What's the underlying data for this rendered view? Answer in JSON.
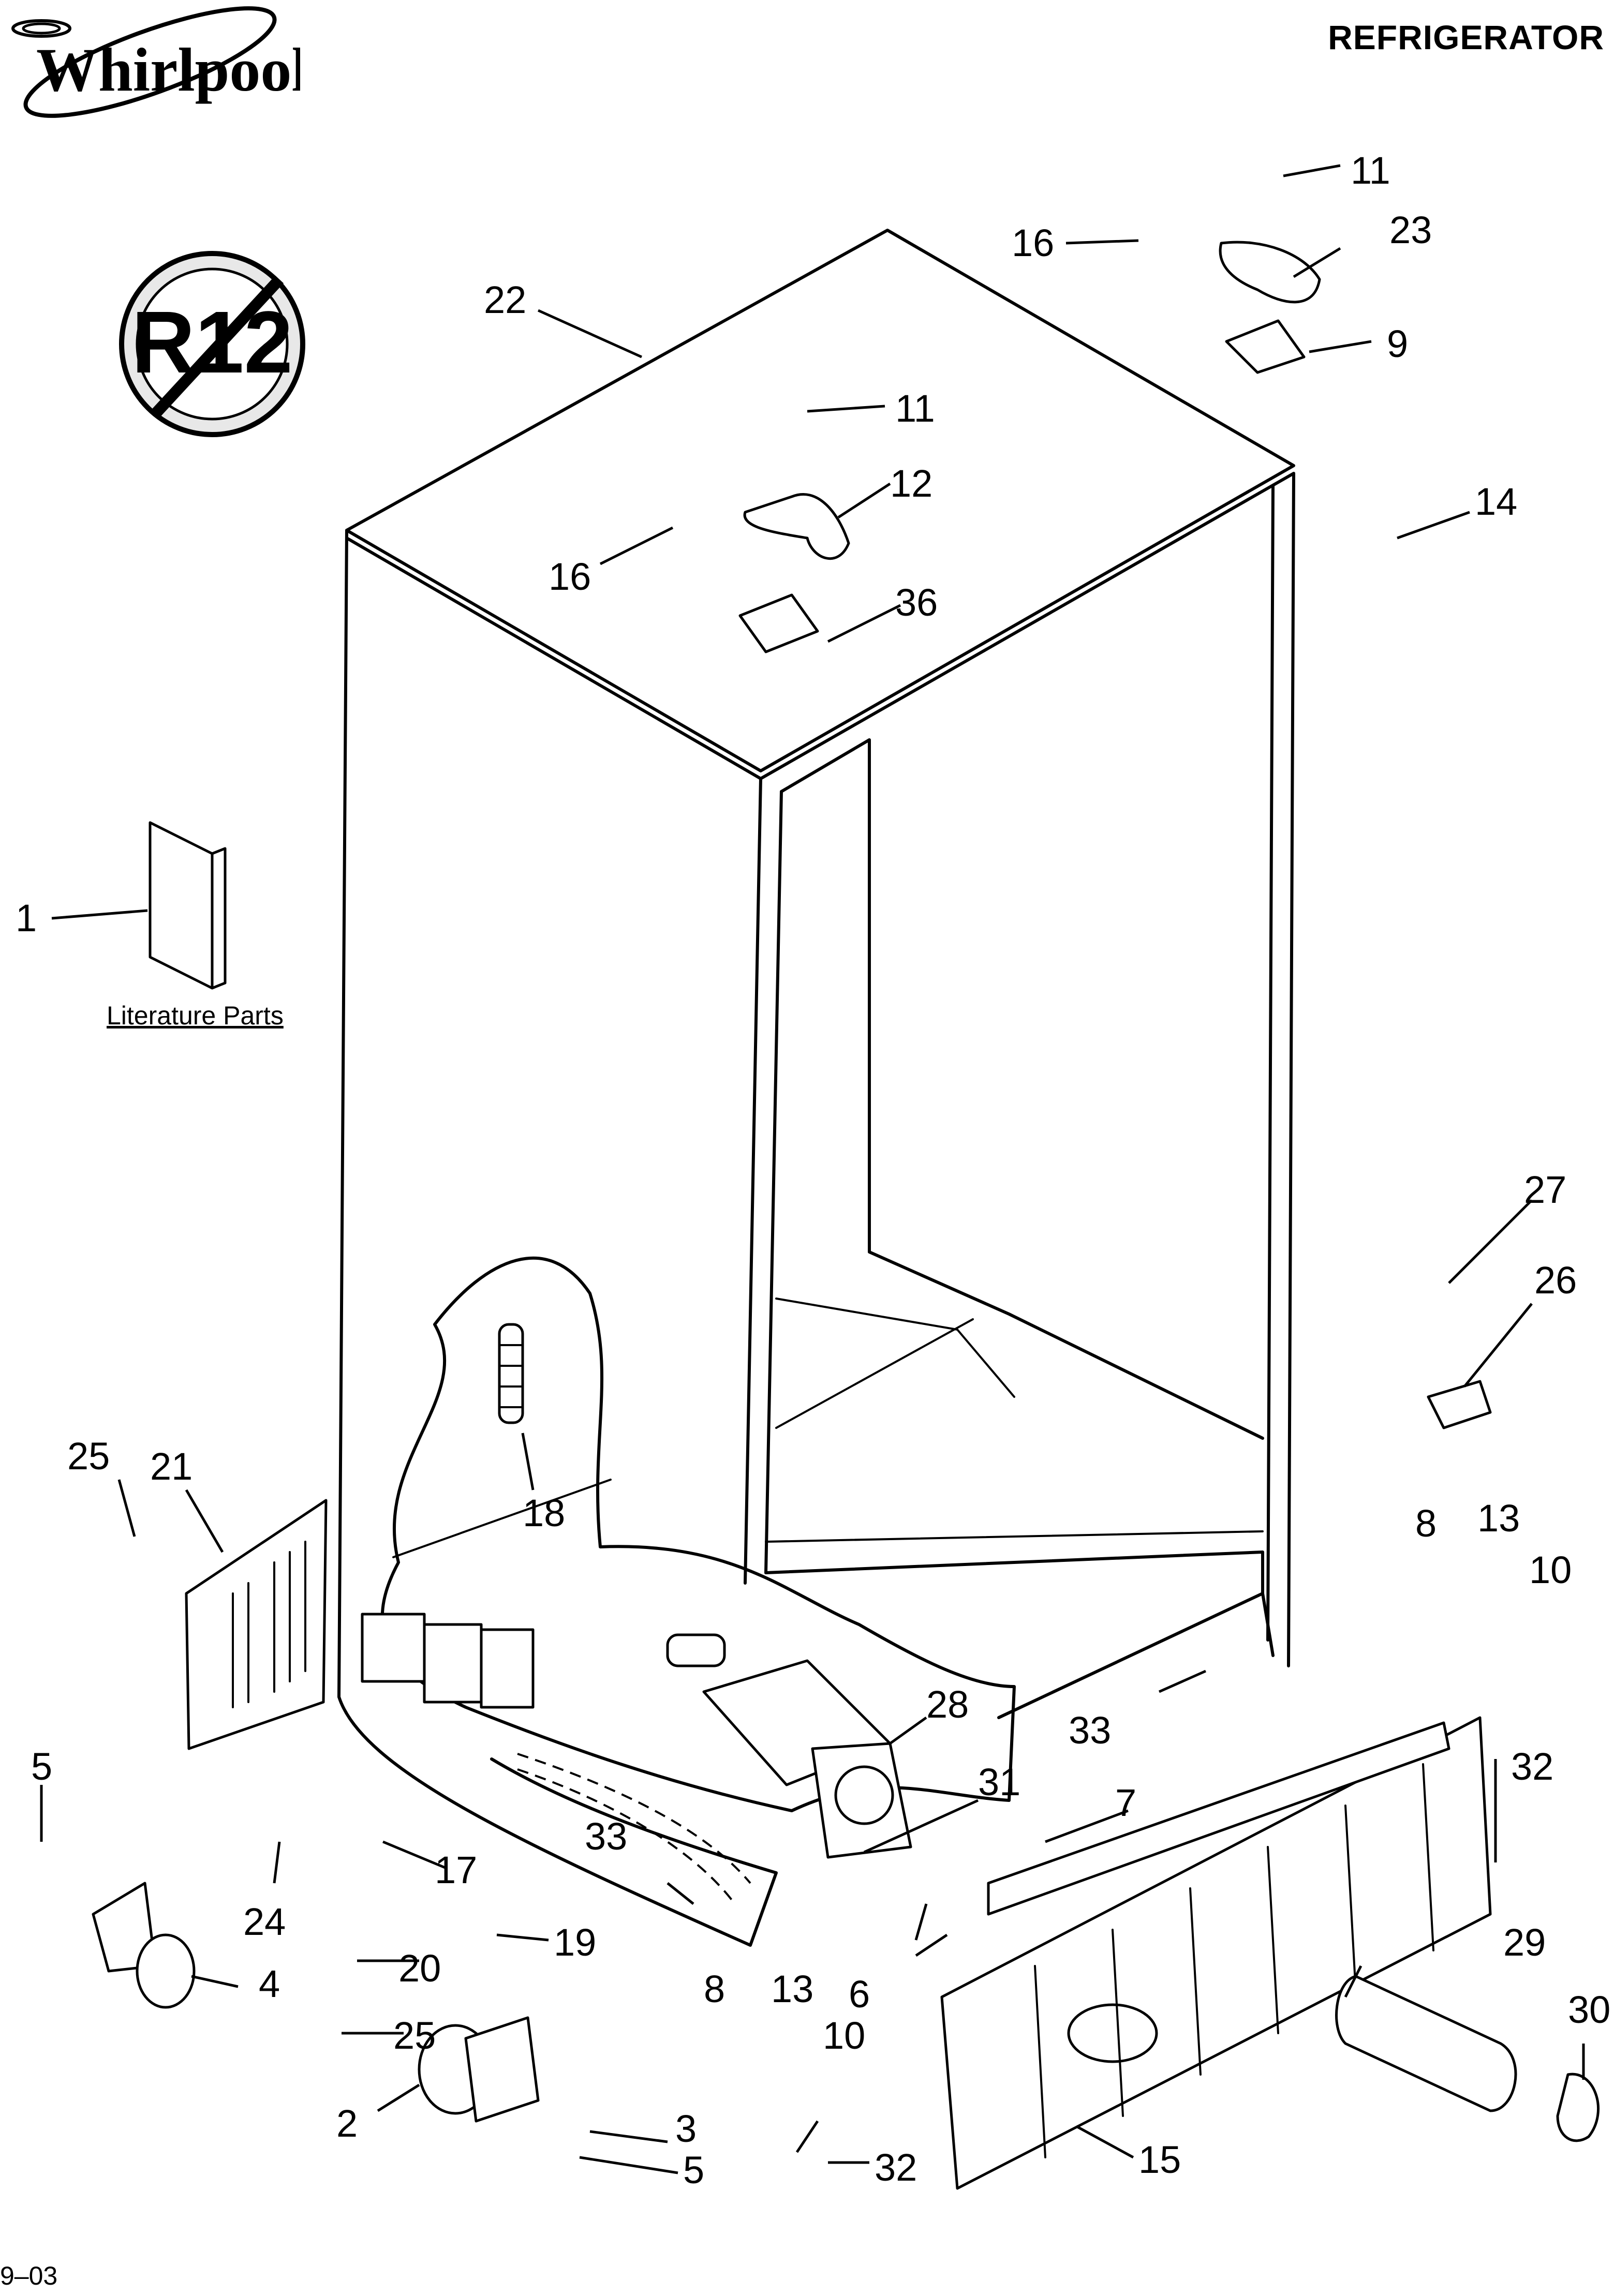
{
  "header": {
    "title": "REFRIGERATOR",
    "brand": "Whirlpool"
  },
  "footer": {
    "date": "9–03"
  },
  "badge": {
    "text": "R12"
  },
  "literature": {
    "label": "Literature Parts"
  },
  "callouts": [
    "1",
    "2",
    "3",
    "4",
    "5",
    "5",
    "6",
    "7",
    "8",
    "8",
    "9",
    "10",
    "10",
    "11",
    "11",
    "12",
    "13",
    "13",
    "14",
    "15",
    "16",
    "16",
    "17",
    "18",
    "19",
    "20",
    "21",
    "22",
    "23",
    "24",
    "25",
    "25",
    "26",
    "27",
    "28",
    "29",
    "30",
    "31",
    "32",
    "32",
    "33",
    "33",
    "36"
  ]
}
